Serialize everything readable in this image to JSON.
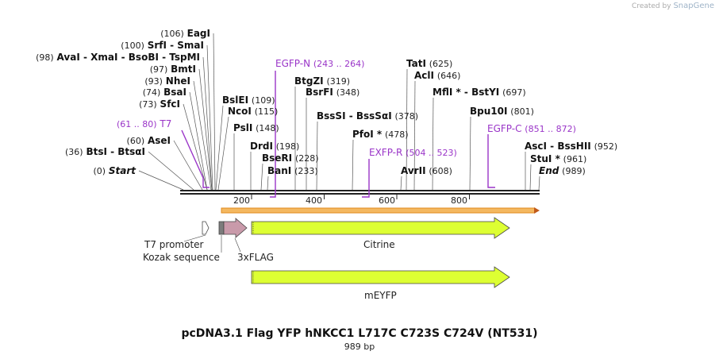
{
  "credit": {
    "prefix": "Created by",
    "brand": "SnapGene"
  },
  "map": {
    "title": "pcDNA3.1 Flag YFP hNKCC1 L717C C723S C724V (NT531)",
    "length_label": "989 bp",
    "length": 989,
    "ticks": [
      "200",
      "400",
      "600",
      "800"
    ],
    "tick_values": [
      200,
      400,
      600,
      800
    ]
  },
  "sites": [
    {
      "pos": "(0)",
      "name": "Start",
      "bp": 0,
      "italic": true
    },
    {
      "pos": "(36)",
      "name": "BtsI - BtsαI",
      "bp": 36
    },
    {
      "pos": "(60)",
      "name": "AseI",
      "bp": 60
    },
    {
      "pos": "(73)",
      "name": "SfcI",
      "bp": 73
    },
    {
      "pos": "(74)",
      "name": "BsaI",
      "bp": 74
    },
    {
      "pos": "(93)",
      "name": "NheI",
      "bp": 93
    },
    {
      "pos": "(97)",
      "name": "BmtI",
      "bp": 97
    },
    {
      "pos": "(98)",
      "name": "AvaI - XmaI - BsoBI - TspMI",
      "bp": 98
    },
    {
      "pos": "(100)",
      "name": "SrfI - SmaI",
      "bp": 100
    },
    {
      "pos": "(106)",
      "name": "EagI",
      "bp": 106
    },
    {
      "name": "BslEI",
      "pos": "(109)",
      "bp": 109
    },
    {
      "name": "NcoI",
      "pos": "(115)",
      "bp": 115
    },
    {
      "name": "PslI",
      "pos": "(148)",
      "bp": 148
    },
    {
      "name": "DrdI",
      "pos": "(198)",
      "bp": 198
    },
    {
      "name": "BseRI",
      "pos": "(228)",
      "bp": 228
    },
    {
      "name": "BanI",
      "pos": "(233)",
      "bp": 233
    },
    {
      "name": "BtgZI",
      "pos": "(319)",
      "bp": 319
    },
    {
      "name": "BsrFI",
      "pos": "(348)",
      "bp": 348
    },
    {
      "name": "BssSI - BssSαI",
      "pos": "(378)",
      "bp": 378
    },
    {
      "name": "PfoI *",
      "pos": "(478)",
      "bp": 478
    },
    {
      "name": "AvrII",
      "pos": "(608)",
      "bp": 608
    },
    {
      "name": "TatI",
      "pos": "(625)",
      "bp": 625
    },
    {
      "name": "AclI",
      "pos": "(646)",
      "bp": 646
    },
    {
      "name": "MflI * - BstYI",
      "pos": "(697)",
      "bp": 697
    },
    {
      "name": "Bpu10I",
      "pos": "(801)",
      "bp": 801
    },
    {
      "name": "AscI - BssHII",
      "pos": "(952)",
      "bp": 952
    },
    {
      "name": "StuI *",
      "pos": "(961)",
      "bp": 961
    },
    {
      "name": "End",
      "pos": "(989)",
      "bp": 989,
      "italic": true
    }
  ],
  "primers": [
    {
      "name": "T7",
      "range": "(61 .. 80)",
      "from": 61,
      "to": 80
    },
    {
      "name": "EGFP-N",
      "range": "(243 .. 264)",
      "from": 243,
      "to": 264
    },
    {
      "name": "EXFP-R",
      "range": "(504 .. 523)",
      "from": 504,
      "to": 523
    },
    {
      "name": "EGFP-C",
      "range": "(851 .. 872)",
      "from": 851,
      "to": 872
    }
  ],
  "features": [
    {
      "name": "T7 promoter",
      "from": 61,
      "to": 80,
      "color": "#ffffff"
    },
    {
      "name": "Kozak sequence",
      "from": 105,
      "to": 114,
      "color": "#808080"
    },
    {
      "name": "3xFLAG",
      "from": 117,
      "to": 182,
      "color": "#c89aa8"
    },
    {
      "name": "Citrine",
      "from": 196,
      "to": 912,
      "color": "#ddff33"
    },
    {
      "name": "mEYFP",
      "from": 196,
      "to": 912,
      "color": "#ddff33"
    }
  ],
  "colors": {
    "primer": "#9a35c8",
    "orf": "#f0a830",
    "backbone": "#222222"
  }
}
